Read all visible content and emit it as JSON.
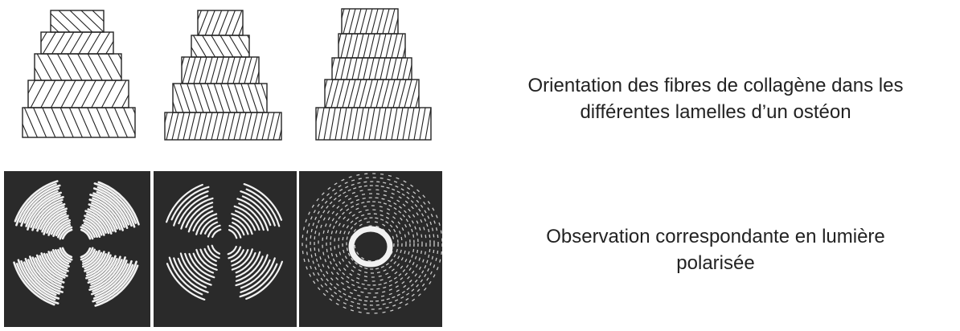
{
  "captions": {
    "top_line1": "Orientation des fibres de collagène dans les",
    "top_line2": "différentes lamelles d’un ostéon",
    "bottom_line1": "Observation correspondante en lumière",
    "bottom_line2": "polarisée"
  },
  "colors": {
    "ink": "#222222",
    "photo_background": "#2a2a2a",
    "photo_light": "#f2f2f2"
  },
  "diagrams": [
    {
      "name": "lamellae-stack-1",
      "hatch": "alternating"
    },
    {
      "name": "lamellae-stack-2",
      "hatch": "varying"
    },
    {
      "name": "lamellae-stack-3",
      "hatch": "uniform"
    }
  ],
  "photos": [
    {
      "name": "polarized-photo-1",
      "pattern": "maltese-cross"
    },
    {
      "name": "polarized-photo-2",
      "pattern": "maltese-cross-fine"
    },
    {
      "name": "polarized-photo-3",
      "pattern": "uniform-rings"
    }
  ]
}
